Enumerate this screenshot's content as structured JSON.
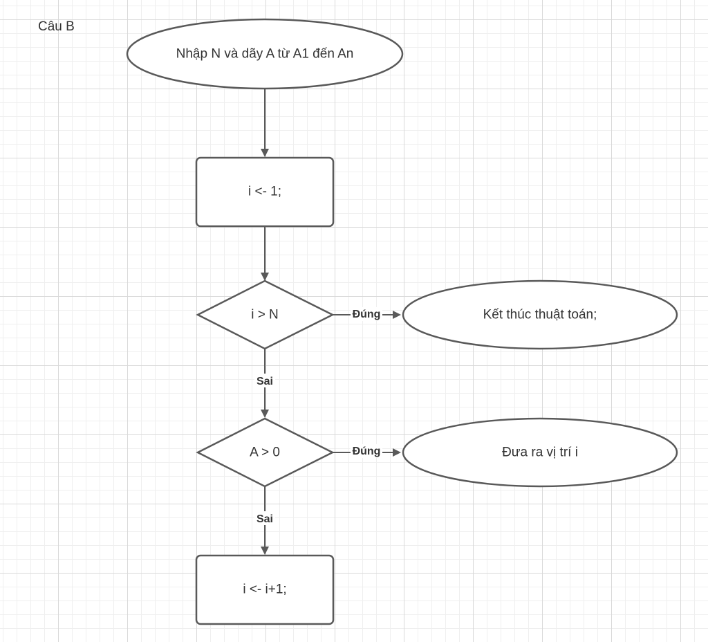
{
  "caption": "Câu B",
  "nodes": {
    "input": "Nhập N và dãy A từ A1 đến An",
    "init": "i <- 1;",
    "cond1": "i > N",
    "end": "Kết thúc thuật toán;",
    "cond2": "A > 0",
    "output": "Đưa ra vị trí i",
    "increment": "i <- i+1;"
  },
  "edge_labels": {
    "cond1_true": "Đúng",
    "cond1_false": "Sai",
    "cond2_true": "Đúng",
    "cond2_false": "Sai"
  },
  "colors": {
    "stroke": "#595959",
    "text": "#333333",
    "grid": "#d9d9d9"
  }
}
